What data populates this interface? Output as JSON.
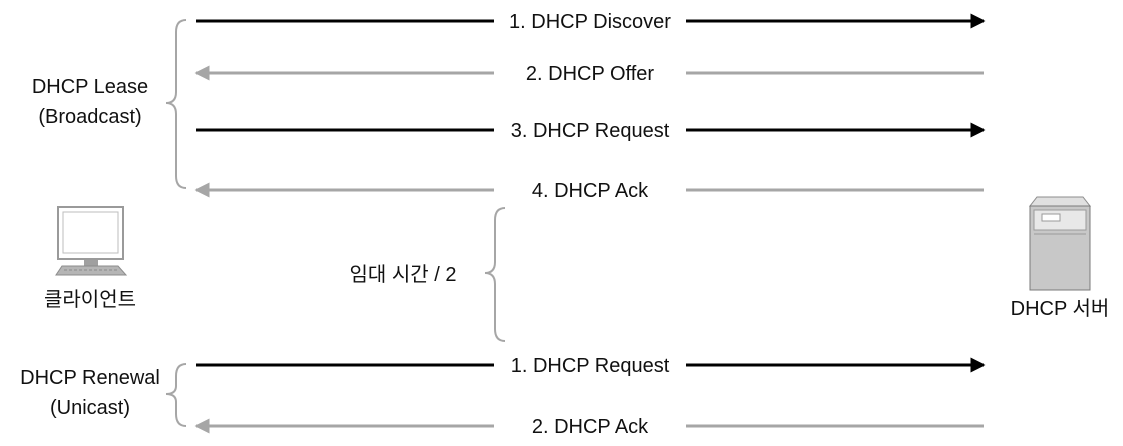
{
  "colors": {
    "forward_arrow": "#000000",
    "reply_arrow": "#a6a6a6",
    "brace": "#a6a6a6",
    "text": "#111111",
    "server_body": "#c8c8c8",
    "client_body": "#b0b0b0"
  },
  "icons": {
    "client": "desktop-computer-icon",
    "server": "server-tower-icon"
  },
  "lease": {
    "line1": "DHCP Lease",
    "line2": "(Broadcast)",
    "messages": [
      {
        "label": "1. DHCP Discover",
        "direction": "client-to-server"
      },
      {
        "label": "2. DHCP Offer",
        "direction": "server-to-client"
      },
      {
        "label": "3. DHCP Request",
        "direction": "client-to-server"
      },
      {
        "label": "4. DHCP Ack",
        "direction": "server-to-client"
      }
    ]
  },
  "lease_time": {
    "label": "임대 시간 / 2"
  },
  "client": {
    "label": "클라이언트"
  },
  "server": {
    "label": "DHCP 서버"
  },
  "renewal": {
    "line1": "DHCP Renewal",
    "line2": "(Unicast)",
    "messages": [
      {
        "label": "1. DHCP Request",
        "direction": "client-to-server"
      },
      {
        "label": "2. DHCP Ack",
        "direction": "server-to-client"
      }
    ]
  }
}
